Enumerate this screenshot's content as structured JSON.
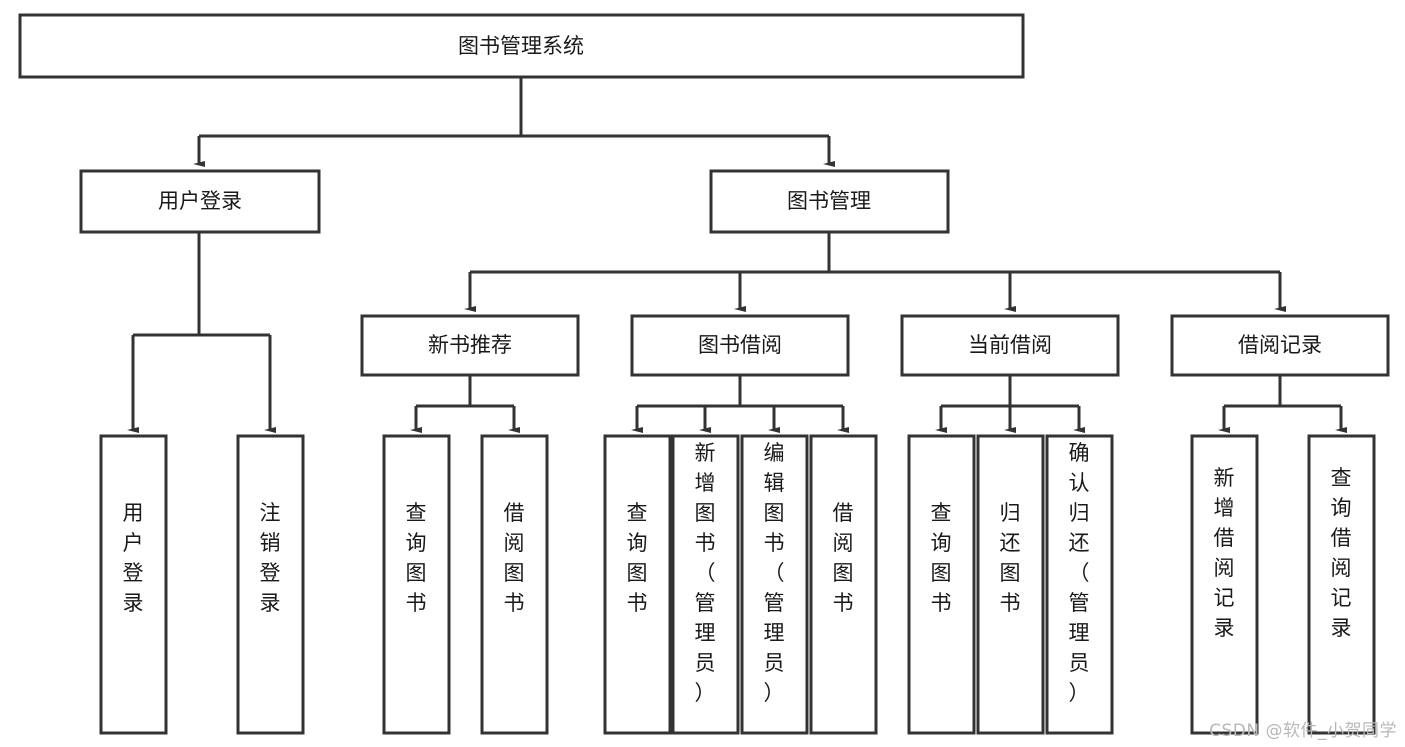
{
  "diagram": {
    "type": "tree-hierarchy-chart",
    "title": "图书管理系统",
    "watermark": "CSDN @软件_小贺同学",
    "colors": {
      "box_stroke": "#333333",
      "box_fill": "#ffffff",
      "connector": "#333333",
      "text": "#1a1a1a",
      "watermark": "#b8b8b8",
      "background": "#ffffff"
    },
    "levels": {
      "level1": [
        {
          "id": "root",
          "label": "图书管理系统",
          "orientation": "horizontal"
        }
      ],
      "level2": [
        {
          "id": "user-login",
          "label": "用户登录",
          "orientation": "horizontal"
        },
        {
          "id": "book-manage",
          "label": "图书管理",
          "orientation": "horizontal"
        }
      ],
      "level3": [
        {
          "id": "new-book-recommend",
          "label": "新书推荐",
          "orientation": "horizontal",
          "parent": "book-manage"
        },
        {
          "id": "book-borrow",
          "label": "图书借阅",
          "orientation": "horizontal",
          "parent": "book-manage"
        },
        {
          "id": "current-borrow",
          "label": "当前借阅",
          "orientation": "horizontal",
          "parent": "book-manage"
        },
        {
          "id": "borrow-record",
          "label": "借阅记录",
          "orientation": "horizontal",
          "parent": "book-manage"
        }
      ],
      "level4": [
        {
          "id": "leaf-user-login",
          "label": "用户登录",
          "orientation": "vertical",
          "parent": "user-login"
        },
        {
          "id": "leaf-user-logout",
          "label": "注销登录",
          "orientation": "vertical",
          "parent": "user-login"
        },
        {
          "id": "leaf-query-book-1",
          "label": "查询图书",
          "orientation": "vertical",
          "parent": "new-book-recommend"
        },
        {
          "id": "leaf-borrow-book-1",
          "label": "借阅图书",
          "orientation": "vertical",
          "parent": "new-book-recommend"
        },
        {
          "id": "leaf-query-book-2",
          "label": "查询图书",
          "orientation": "vertical",
          "parent": "book-borrow"
        },
        {
          "id": "leaf-add-book",
          "label": "新增图书（管理员）",
          "orientation": "vertical",
          "parent": "book-borrow"
        },
        {
          "id": "leaf-edit-book",
          "label": "编辑图书（管理员）",
          "orientation": "vertical",
          "parent": "book-borrow"
        },
        {
          "id": "leaf-borrow-book-2",
          "label": "借阅图书",
          "orientation": "vertical",
          "parent": "book-borrow"
        },
        {
          "id": "leaf-query-book-3",
          "label": "查询图书",
          "orientation": "vertical",
          "parent": "current-borrow"
        },
        {
          "id": "leaf-return-book",
          "label": "归还图书",
          "orientation": "vertical",
          "parent": "current-borrow"
        },
        {
          "id": "leaf-confirm-return",
          "label": "确认归还（管理员）",
          "orientation": "vertical",
          "parent": "current-borrow"
        },
        {
          "id": "leaf-add-record",
          "label": "新增借阅记录",
          "orientation": "vertical",
          "parent": "borrow-record"
        },
        {
          "id": "leaf-query-record",
          "label": "查询借阅记录",
          "orientation": "vertical",
          "parent": "borrow-record"
        }
      ]
    }
  }
}
